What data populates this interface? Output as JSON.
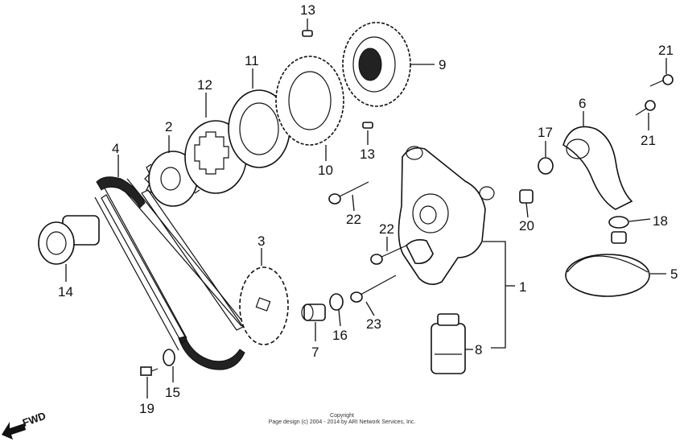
{
  "labels": {
    "p1": "1",
    "p2": "2",
    "p3": "3",
    "p4": "4",
    "p5": "5",
    "p6": "6",
    "p7": "7",
    "p8": "8",
    "p9": "9",
    "p10": "10",
    "p11": "11",
    "p12": "12",
    "p13a": "13",
    "p13b": "13",
    "p14": "14",
    "p15": "15",
    "p16": "16",
    "p17": "17",
    "p18": "18",
    "p19": "19",
    "p20": "20",
    "p21a": "21",
    "p21b": "21",
    "p22a": "22",
    "p22b": "22",
    "p23": "23"
  },
  "fwd": "FWD",
  "copyright": {
    "line1": "Copyright",
    "line2": "Page design (c) 2004 - 2014 by ARI Network Services, Inc."
  }
}
